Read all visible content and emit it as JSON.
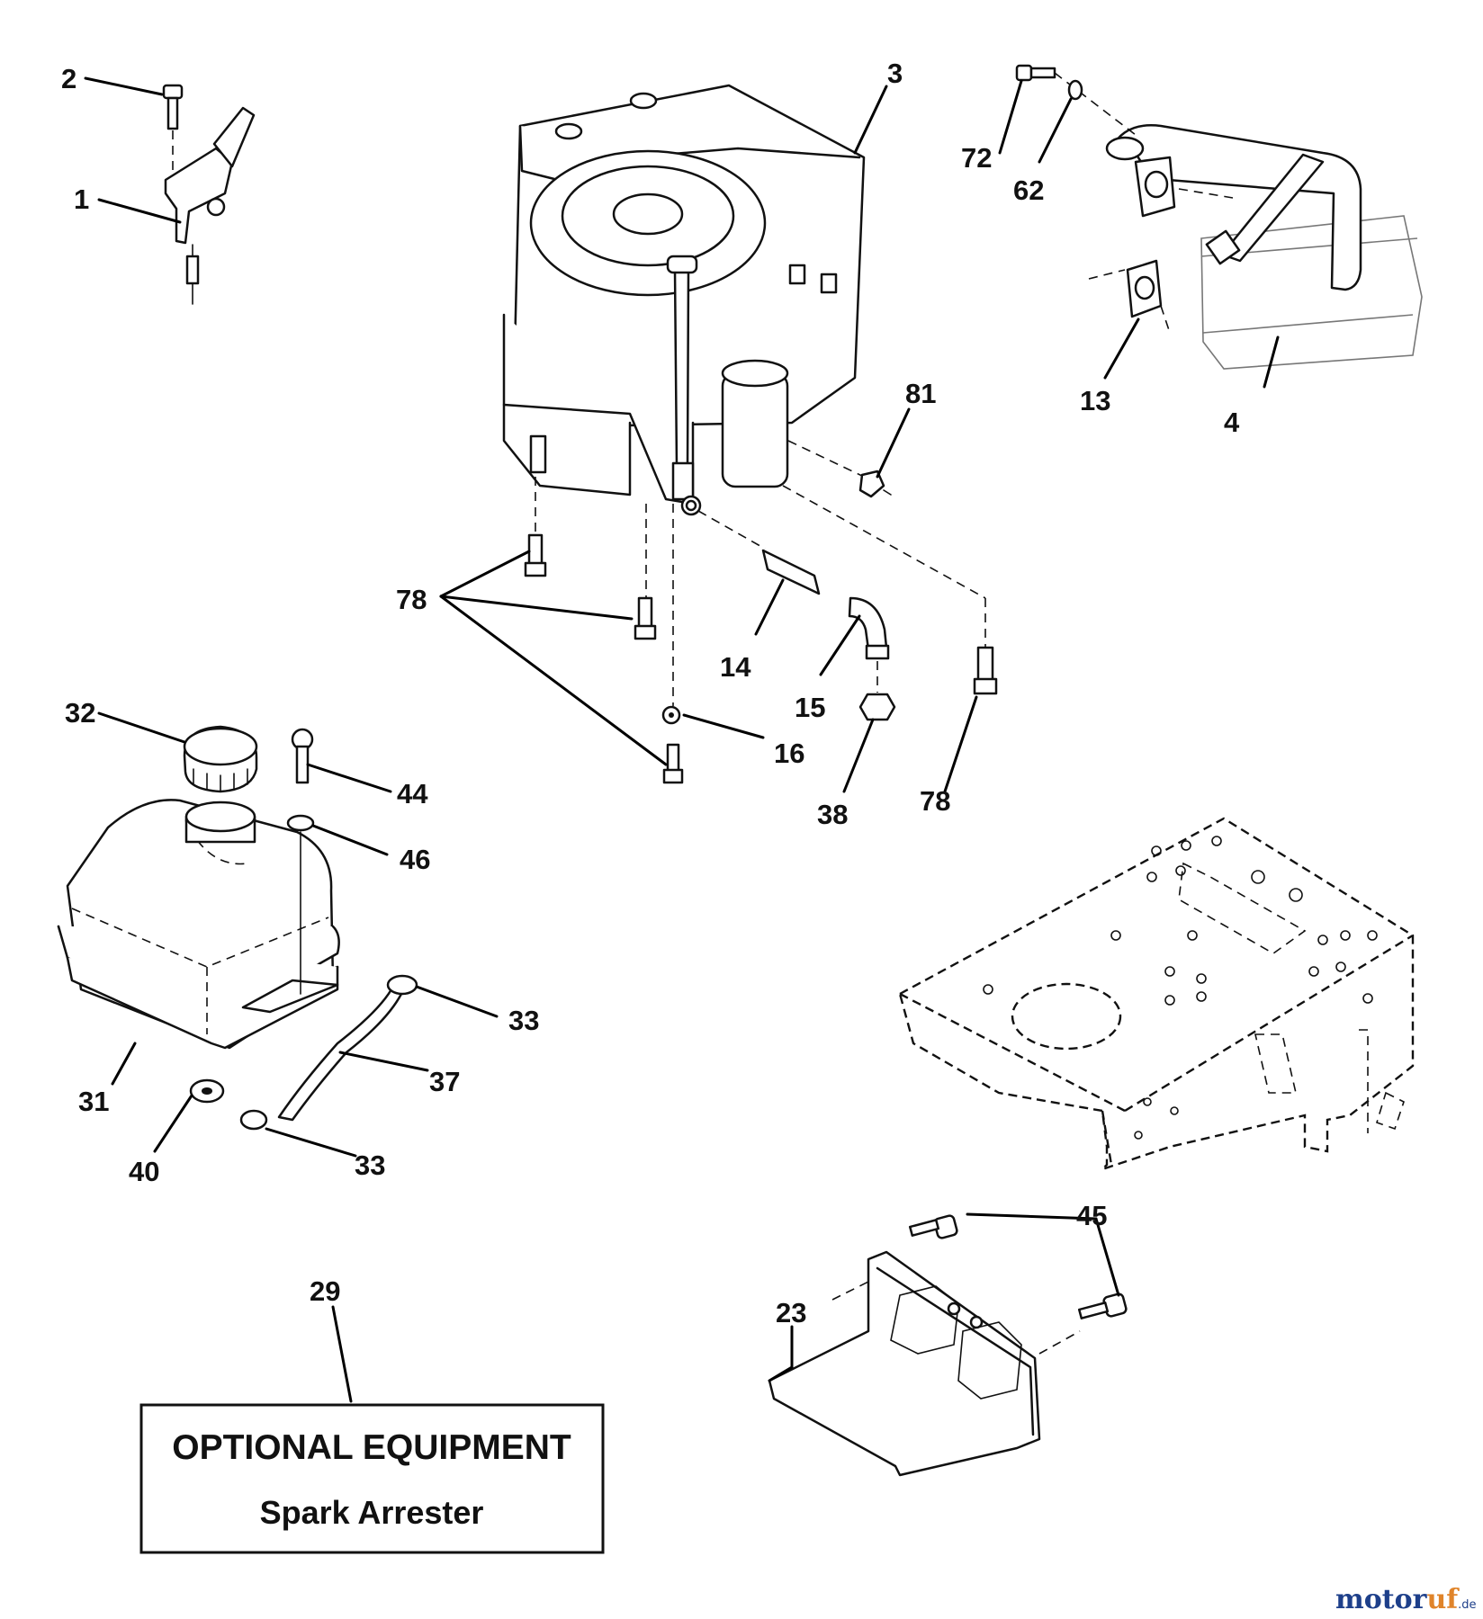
{
  "callouts": {
    "c1": "1",
    "c2": "2",
    "c3": "3",
    "c4": "4",
    "c13": "13",
    "c14": "14",
    "c15": "15",
    "c16": "16",
    "c23": "23",
    "c29": "29",
    "c31": "31",
    "c32": "32",
    "c33a": "33",
    "c33b": "33",
    "c37": "37",
    "c38": "38",
    "c40": "40",
    "c44": "44",
    "c45": "45",
    "c46": "46",
    "c62": "62",
    "c72": "72",
    "c78a": "78",
    "c78b": "78",
    "c81": "81"
  },
  "note": {
    "title": "OPTIONAL EQUIPMENT",
    "subtitle": "Spark Arrester"
  },
  "watermark": {
    "brand_a": "motor",
    "brand_b": "uf",
    "suffix": ".de"
  }
}
